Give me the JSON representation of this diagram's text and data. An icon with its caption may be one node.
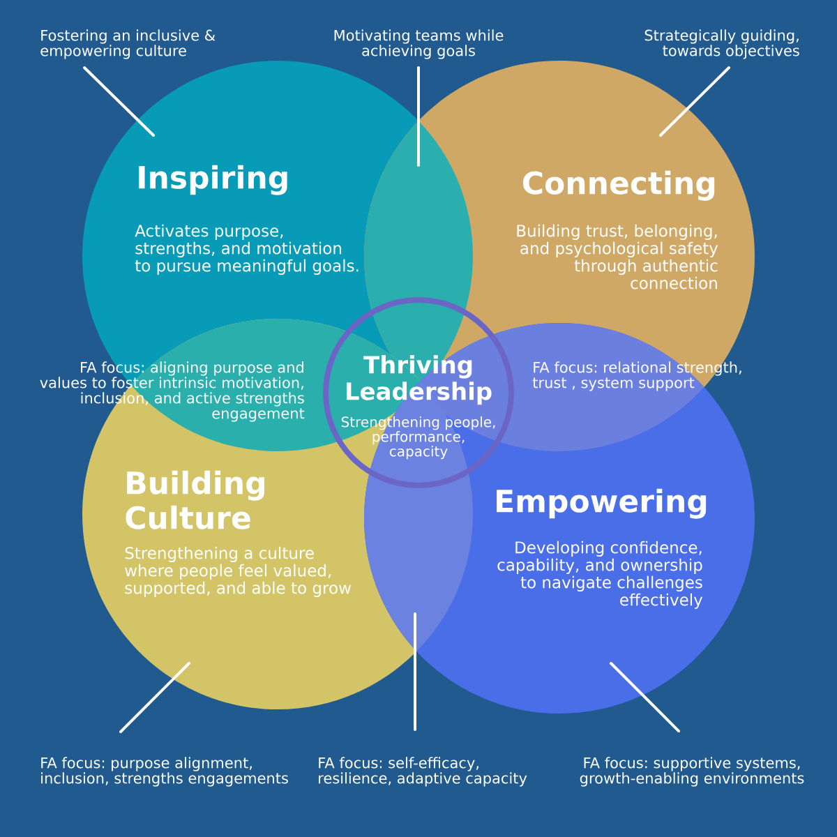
{
  "diagram": {
    "nodes": [
      {
        "text": [
          "Fostering an inclusive & empowering culture"
        ]
      },
      {
        "text": [
          "Motivating teams while achieving goals"
        ]
      },
      {
        "text": [
          "Strategically guiding, towards objectives"
        ]
      },
      {
        "text": [
          "Inspiring",
          "Activates purpose, strengths, and motivation to pursue meaningful goals."
        ]
      },
      {
        "text": [
          "Connecting",
          "Building trust, belonging, and psychological safety through authentic connection"
        ]
      },
      {
        "text": [
          "Thriving Leadership",
          "Strengthening people, performance, capacity"
        ]
      },
      {
        "text": [
          "Building Culture",
          "Strengthening a culture where people feel valued, supported, and able to grow"
        ]
      },
      {
        "text": [
          "Empowering",
          "Developing confidence, capability, and ownership to navigate challenges effectively"
        ]
      },
      {
        "text": [
          "FA focus: purpose alignment, inclusion, strengths engagements"
        ]
      },
      {
        "text": [
          "FA focus: self-efficacy, resilience, adaptive capacity"
        ]
      },
      {
        "text": [
          "FA focus: supportive systems, growth-enabling environments"
        ]
      }
    ],
    "edges": [
      {
        "from": 0,
        "to": 3,
        "arrow": "none"
      },
      {
        "from": 1,
        "to": 3,
        "arrow": "none"
      },
      {
        "from": 2,
        "to": 4,
        "arrow": "none"
      },
      {
        "from": 8,
        "to": 6,
        "arrow": "none"
      },
      {
        "from": 9,
        "to": 6,
        "arrow": "none"
      },
      {
        "from": 10,
        "to": 7,
        "arrow": "none"
      }
    ],
    "labels": [
      "FA focus: aligning purpose and values to foster intrinsic motivation, inclusion, and active strengths engagement",
      "FA focus: relational strength, trust , system support"
    ]
  }
}
